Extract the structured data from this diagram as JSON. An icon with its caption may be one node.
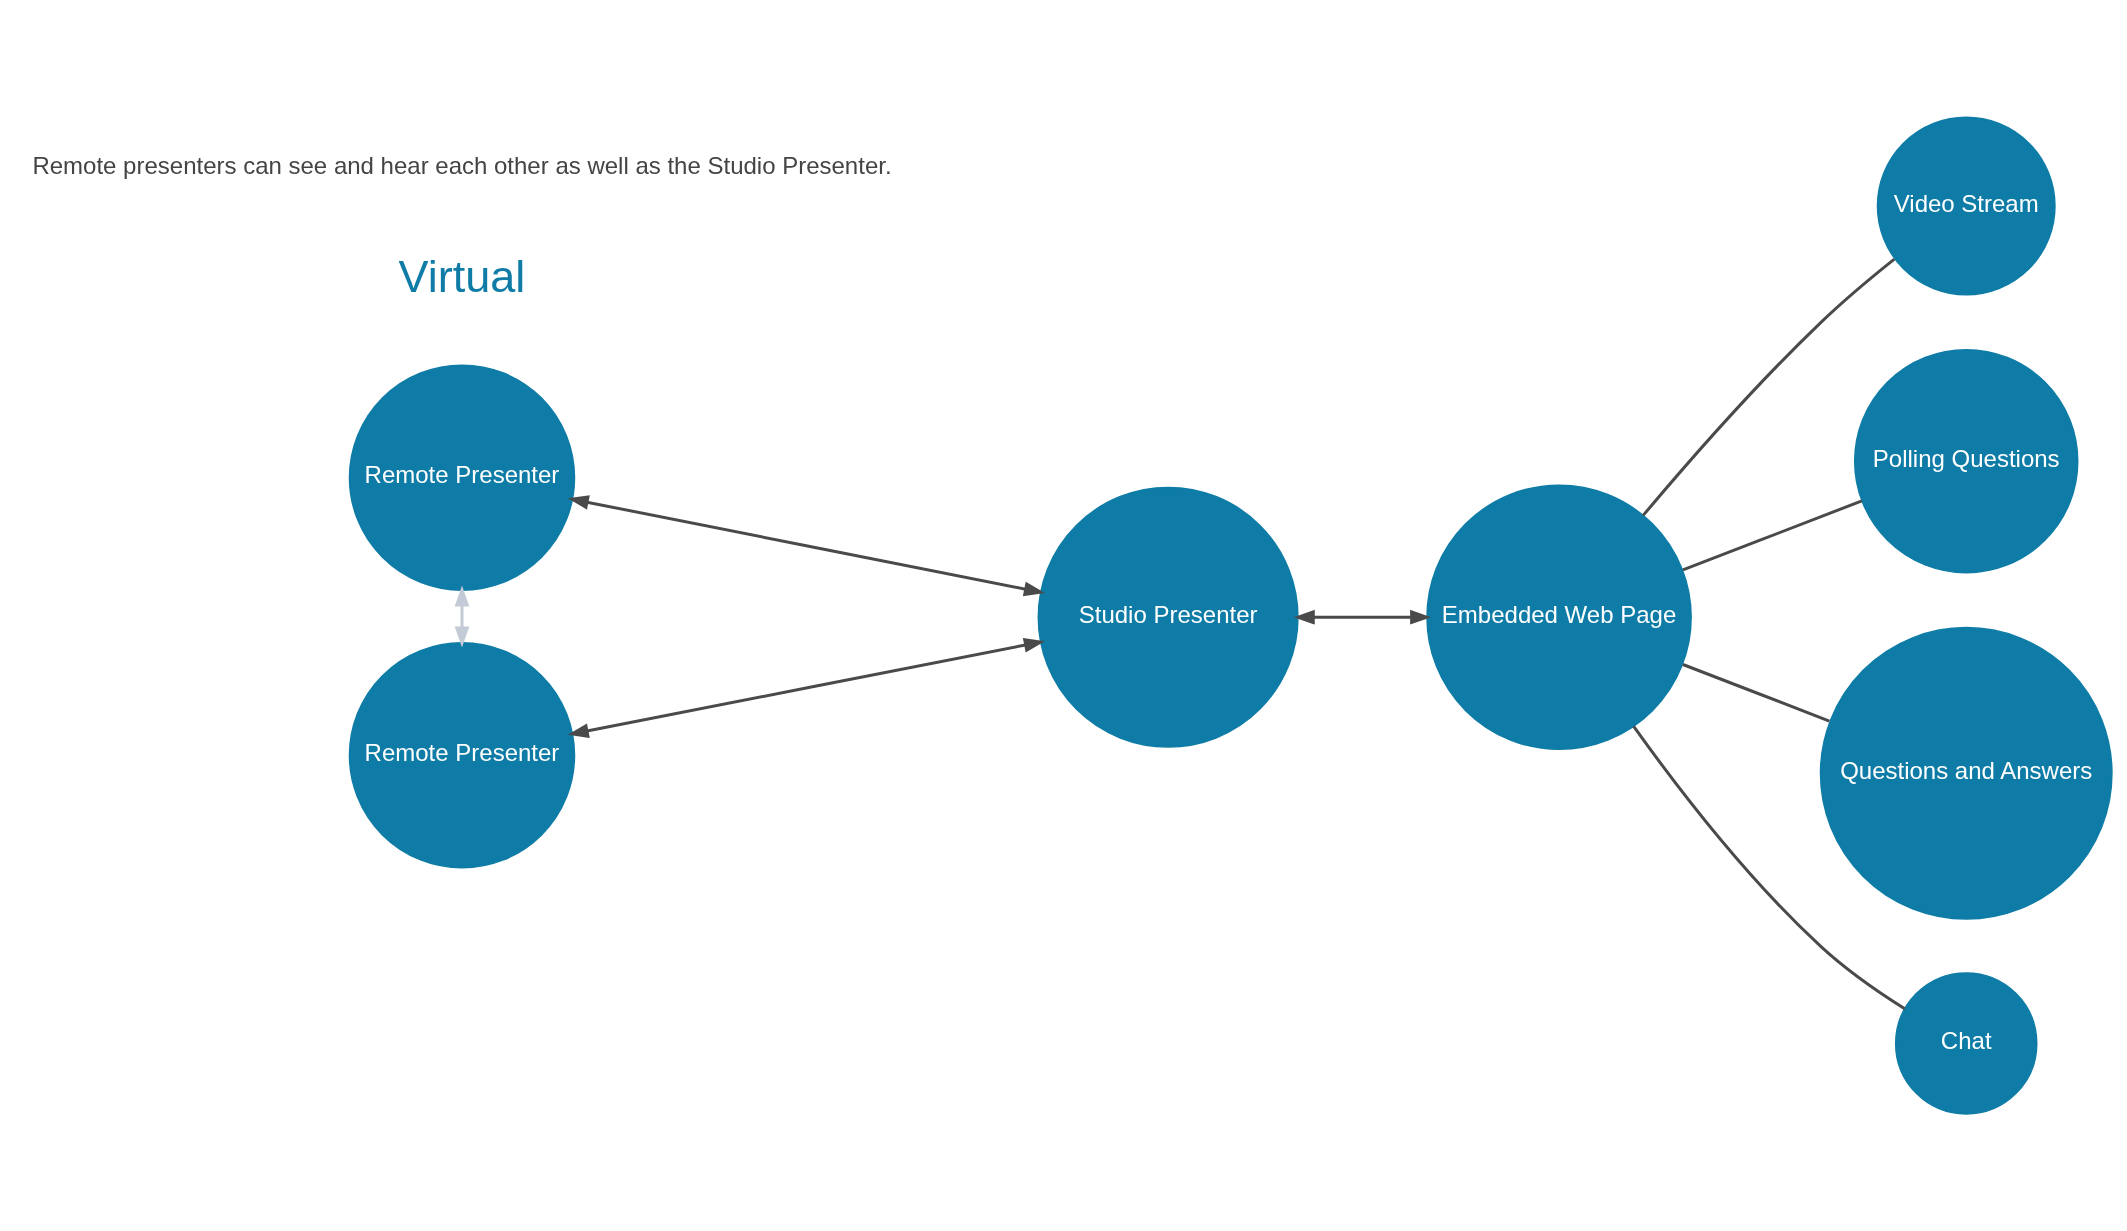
{
  "diagram": {
    "nodes": [
      {
        "text": [
          "Remote Presenter"
        ]
      },
      {
        "text": [
          "Remote Presenter"
        ]
      },
      {
        "text": [
          "Studio Presenter"
        ]
      },
      {
        "text": [
          "Embedded Web Page"
        ]
      },
      {
        "text": [
          "Video Stream"
        ]
      },
      {
        "text": [
          "Polling Questions"
        ]
      },
      {
        "text": [
          "Questions and Answers"
        ]
      },
      {
        "text": [
          "Chat"
        ]
      }
    ],
    "edges": [
      {
        "from": 0,
        "to": 2,
        "arrow": "both"
      },
      {
        "from": 0,
        "to": 1,
        "arrow": "both",
        "color": "#c3ccd6"
      },
      {
        "from": 1,
        "to": 2,
        "arrow": "both"
      },
      {
        "from": 2,
        "to": 3,
        "arrow": "both"
      },
      {
        "from": 3,
        "to": 4,
        "arrow": "none"
      },
      {
        "from": 3,
        "to": 5,
        "arrow": "none"
      },
      {
        "from": 3,
        "to": 6,
        "arrow": "none"
      },
      {
        "from": 3,
        "to": 7,
        "arrow": "none"
      }
    ],
    "labels": [
      "Virtual",
      "Remote presenters can see and hear each other as well as the Studio Presenter."
    ]
  }
}
